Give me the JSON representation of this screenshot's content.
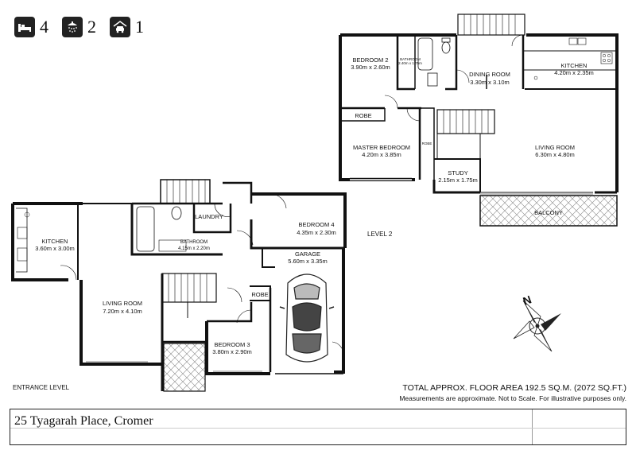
{
  "stats": [
    {
      "icon": "bed-icon",
      "value": "4"
    },
    {
      "icon": "shower-icon",
      "value": "2"
    },
    {
      "icon": "car-icon",
      "value": "1"
    }
  ],
  "levels": {
    "entrance": "ENTRANCE LEVEL",
    "level2": "LEVEL 2"
  },
  "rooms": {
    "bedroom2": {
      "name": "BEDROOM 2",
      "dims": "3.90m x 2.60m"
    },
    "bathroom_up": {
      "name": "BATHROOM",
      "dims": "2.40m x 1.75m"
    },
    "dining": {
      "name": "DINING ROOM",
      "dims": "3.30m x 3.10m"
    },
    "kitchen_up": {
      "name": "KITCHEN",
      "dims": "4.20m x 2.35m"
    },
    "robe_up": {
      "name": "ROBE"
    },
    "master": {
      "name": "MASTER BEDROOM",
      "dims": "4.20m x 3.85m"
    },
    "robe_master": {
      "name": "ROBE"
    },
    "living_up": {
      "name": "LIVING ROOM",
      "dims": "6.30m x 4.80m"
    },
    "study": {
      "name": "STUDY",
      "dims": "2.15m x 1.75m"
    },
    "balcony": {
      "name": "BALCONY"
    },
    "laundry": {
      "name": "LAUNDRY"
    },
    "bathroom_low": {
      "name": "BATHROOM",
      "dims": "4.15m x 2.20m"
    },
    "bedroom4": {
      "name": "BEDROOM 4",
      "dims": "4.35m x 2.30m"
    },
    "kitchen_low": {
      "name": "KITCHEN",
      "dims": "3.60m x 3.00m"
    },
    "garage": {
      "name": "GARAGE",
      "dims": "5.60m x 3.35m"
    },
    "robe_low": {
      "name": "ROBE"
    },
    "living_low": {
      "name": "LIVING ROOM",
      "dims": "7.20m x 4.10m"
    },
    "bedroom3": {
      "name": "BEDROOM 3",
      "dims": "3.80m x 2.90m"
    }
  },
  "compass": {
    "label": "N"
  },
  "footer": {
    "area": "TOTAL APPROX. FLOOR AREA 192.5 SQ.M. (2072 SQ.FT.)",
    "disclaimer": "Measurements are approximate. Not to Scale. For illustrative purposes only.",
    "address": "25 Tyagarah Place, Cromer"
  }
}
